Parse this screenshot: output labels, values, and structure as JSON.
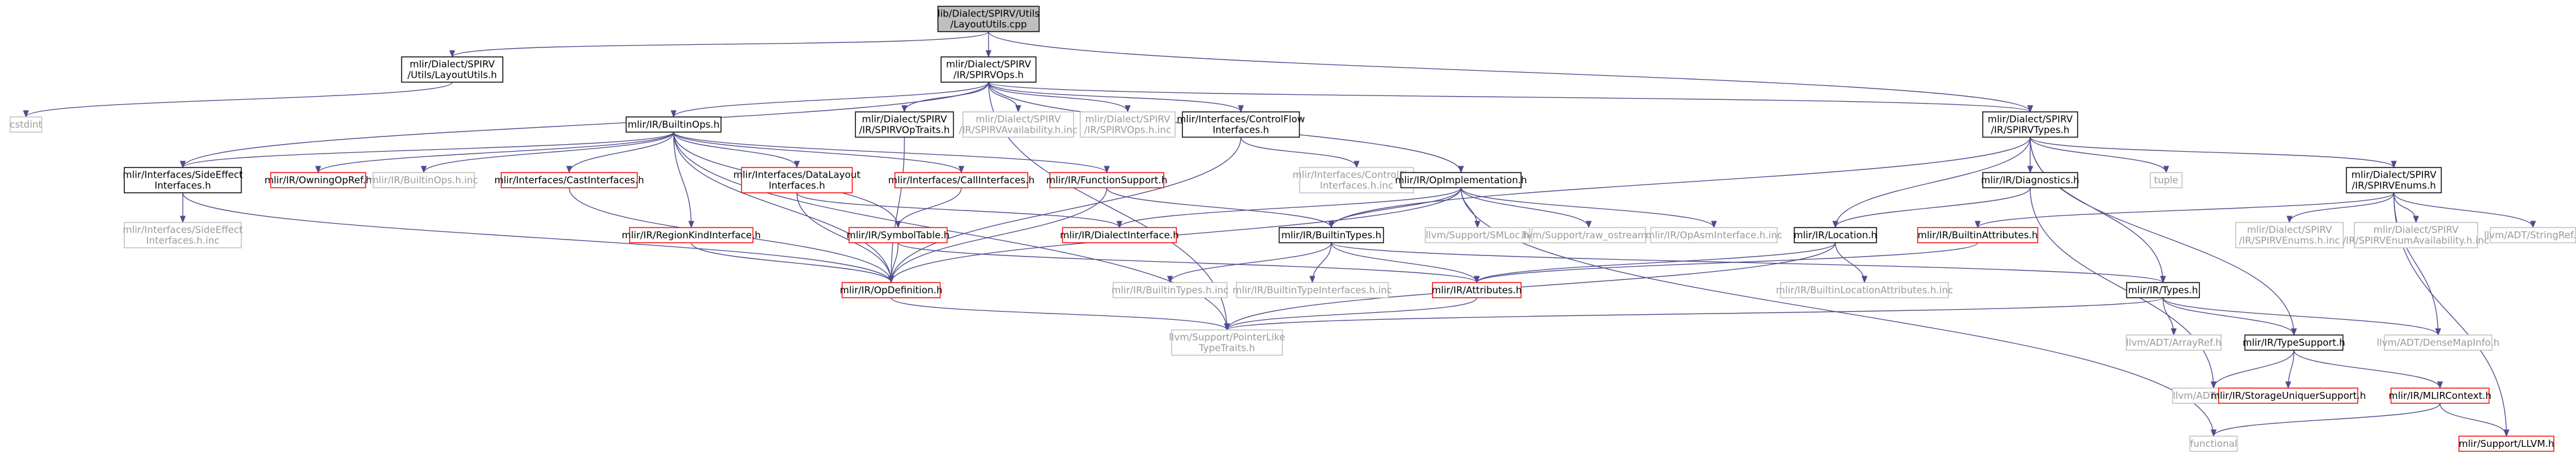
{
  "graph": {
    "nodes": [
      {
        "id": "root",
        "lines": [
          "lib/Dialect/SPIRV/Utils",
          "/LayoutUtils.cpp"
        ],
        "style": "root"
      },
      {
        "id": "spirv_layoututils",
        "lines": [
          "mlir/Dialect/SPIRV",
          "/Utils/LayoutUtils.h"
        ],
        "style": "normal"
      },
      {
        "id": "spirvops",
        "lines": [
          "mlir/Dialect/SPIRV",
          "/IR/SPIRVOps.h"
        ],
        "style": "normal"
      },
      {
        "id": "cstdint",
        "lines": [
          "cstdint"
        ],
        "style": "external"
      },
      {
        "id": "builtinops",
        "lines": [
          "mlir/IR/BuiltinOps.h"
        ],
        "style": "normal"
      },
      {
        "id": "spirvoptraits",
        "lines": [
          "mlir/Dialect/SPIRV",
          "/IR/SPIRVOpTraits.h"
        ],
        "style": "normal"
      },
      {
        "id": "spirvavail",
        "lines": [
          "mlir/Dialect/SPIRV",
          "/IR/SPIRVAvailability.h.inc"
        ],
        "style": "external"
      },
      {
        "id": "spirvopsinc",
        "lines": [
          "mlir/Dialect/SPIRV",
          "/IR/SPIRVOps.h.inc"
        ],
        "style": "external"
      },
      {
        "id": "controlflow",
        "lines": [
          "mlir/Interfaces/ControlFlow",
          "Interfaces.h"
        ],
        "style": "normal"
      },
      {
        "id": "spirvtypes",
        "lines": [
          "mlir/Dialect/SPIRV",
          "/IR/SPIRVTypes.h"
        ],
        "style": "normal"
      },
      {
        "id": "sideeffect",
        "lines": [
          "mlir/Interfaces/SideEffect",
          "Interfaces.h"
        ],
        "style": "normal"
      },
      {
        "id": "owningopref",
        "lines": [
          "mlir/IR/OwningOpRef.h"
        ],
        "style": "red"
      },
      {
        "id": "builtinopsinc",
        "lines": [
          "mlir/IR/BuiltinOps.h.inc"
        ],
        "style": "external"
      },
      {
        "id": "castinterfaces",
        "lines": [
          "mlir/Interfaces/CastInterfaces.h"
        ],
        "style": "red"
      },
      {
        "id": "datalayout",
        "lines": [
          "mlir/Interfaces/DataLayout",
          "Interfaces.h"
        ],
        "style": "red"
      },
      {
        "id": "callinterfaces",
        "lines": [
          "mlir/Interfaces/CallInterfaces.h"
        ],
        "style": "red"
      },
      {
        "id": "functionsupport",
        "lines": [
          "mlir/IR/FunctionSupport.h"
        ],
        "style": "red"
      },
      {
        "id": "controlflowinc",
        "lines": [
          "mlir/Interfaces/ControlFlow",
          "Interfaces.h.inc"
        ],
        "style": "external"
      },
      {
        "id": "opimplementation",
        "lines": [
          "mlir/IR/OpImplementation.h"
        ],
        "style": "normal"
      },
      {
        "id": "tuple",
        "lines": [
          "tuple"
        ],
        "style": "external"
      },
      {
        "id": "diagnostics",
        "lines": [
          "mlir/IR/Diagnostics.h"
        ],
        "style": "normal"
      },
      {
        "id": "spirvenums",
        "lines": [
          "mlir/Dialect/SPIRV",
          "/IR/SPIRVEnums.h"
        ],
        "style": "normal"
      },
      {
        "id": "sideeffectinc",
        "lines": [
          "mlir/Interfaces/SideEffect",
          "Interfaces.h.inc"
        ],
        "style": "external"
      },
      {
        "id": "regionkind",
        "lines": [
          "mlir/IR/RegionKindInterface.h"
        ],
        "style": "red"
      },
      {
        "id": "symboltable",
        "lines": [
          "mlir/IR/SymbolTable.h"
        ],
        "style": "red"
      },
      {
        "id": "dialectinterface",
        "lines": [
          "mlir/IR/DialectInterface.h"
        ],
        "style": "red"
      },
      {
        "id": "builtintypes",
        "lines": [
          "mlir/IR/BuiltinTypes.h"
        ],
        "style": "normal"
      },
      {
        "id": "smloc",
        "lines": [
          "llvm/Support/SMLoc.h"
        ],
        "style": "external"
      },
      {
        "id": "rawostream",
        "lines": [
          "llvm/Support/raw_ostream.h"
        ],
        "style": "external"
      },
      {
        "id": "opasminterface",
        "lines": [
          "mlir/IR/OpAsmInterface.h.inc"
        ],
        "style": "external"
      },
      {
        "id": "location",
        "lines": [
          "mlir/IR/Location.h"
        ],
        "style": "normal"
      },
      {
        "id": "builtinattributes",
        "lines": [
          "mlir/IR/BuiltinAttributes.h"
        ],
        "style": "red"
      },
      {
        "id": "spirvenumsinc",
        "lines": [
          "mlir/Dialect/SPIRV",
          "/IR/SPIRVEnums.h.inc"
        ],
        "style": "external"
      },
      {
        "id": "spirvenumavailinc",
        "lines": [
          "mlir/Dialect/SPIRV",
          "/IR/SPIRVEnumAvailability.h.inc"
        ],
        "style": "external"
      },
      {
        "id": "stringref",
        "lines": [
          "llvm/ADT/StringRef.h"
        ],
        "style": "external"
      },
      {
        "id": "opdefinition",
        "lines": [
          "mlir/IR/OpDefinition.h"
        ],
        "style": "red"
      },
      {
        "id": "builtintypesinc",
        "lines": [
          "mlir/IR/BuiltinTypes.h.inc"
        ],
        "style": "external"
      },
      {
        "id": "builtintypeinterfaces",
        "lines": [
          "mlir/IR/BuiltinTypeInterfaces.h.inc"
        ],
        "style": "external"
      },
      {
        "id": "attributes",
        "lines": [
          "mlir/IR/Attributes.h"
        ],
        "style": "red"
      },
      {
        "id": "builtinlocattrs",
        "lines": [
          "mlir/IR/BuiltinLocationAttributes.h.inc"
        ],
        "style": "external"
      },
      {
        "id": "types",
        "lines": [
          "mlir/IR/Types.h"
        ],
        "style": "normal"
      },
      {
        "id": "pointerlike",
        "lines": [
          "llvm/Support/PointerLike",
          "TypeTraits.h"
        ],
        "style": "external"
      },
      {
        "id": "arrayref",
        "lines": [
          "llvm/ADT/ArrayRef.h"
        ],
        "style": "external"
      },
      {
        "id": "typesupport",
        "lines": [
          "mlir/IR/TypeSupport.h"
        ],
        "style": "normal"
      },
      {
        "id": "densemapinfo",
        "lines": [
          "llvm/ADT/DenseMapInfo.h"
        ],
        "style": "external"
      },
      {
        "id": "twine",
        "lines": [
          "llvm/ADT/Twine.h"
        ],
        "style": "external"
      },
      {
        "id": "storageuniquer",
        "lines": [
          "mlir/IR/StorageUniquerSupport.h"
        ],
        "style": "red"
      },
      {
        "id": "mlircontext",
        "lines": [
          "mlir/IR/MLIRContext.h"
        ],
        "style": "red"
      },
      {
        "id": "functional",
        "lines": [
          "functional"
        ],
        "style": "external"
      },
      {
        "id": "llvmh",
        "lines": [
          "mlir/Support/LLVM.h"
        ],
        "style": "red"
      }
    ],
    "edges": [
      [
        "root",
        "spirv_layoututils"
      ],
      [
        "root",
        "spirvops"
      ],
      [
        "root",
        "spirvtypes"
      ],
      [
        "spirv_layoututils",
        "cstdint"
      ],
      [
        "spirvops",
        "builtinops"
      ],
      [
        "spirvops",
        "spirvoptraits"
      ],
      [
        "spirvops",
        "spirvavail"
      ],
      [
        "spirvops",
        "spirvopsinc"
      ],
      [
        "spirvops",
        "controlflow"
      ],
      [
        "spirvops",
        "spirvtypes"
      ],
      [
        "spirvops",
        "sideeffect"
      ],
      [
        "spirvops",
        "opimplementation"
      ],
      [
        "spirvops",
        "pointerlike"
      ],
      [
        "builtinops",
        "sideeffect"
      ],
      [
        "builtinops",
        "owningopref"
      ],
      [
        "builtinops",
        "builtinopsinc"
      ],
      [
        "builtinops",
        "castinterfaces"
      ],
      [
        "builtinops",
        "datalayout"
      ],
      [
        "builtinops",
        "callinterfaces"
      ],
      [
        "builtinops",
        "functionsupport"
      ],
      [
        "builtinops",
        "regionkind"
      ],
      [
        "builtinops",
        "symboltable"
      ],
      [
        "builtinops",
        "opdefinition"
      ],
      [
        "builtinops",
        "pointerlike"
      ],
      [
        "spirvoptraits",
        "opdefinition"
      ],
      [
        "controlflow",
        "controlflowinc"
      ],
      [
        "controlflow",
        "opdefinition"
      ],
      [
        "sideeffect",
        "sideeffectinc"
      ],
      [
        "sideeffect",
        "opdefinition"
      ],
      [
        "castinterfaces",
        "opdefinition"
      ],
      [
        "datalayout",
        "dialectinterface"
      ],
      [
        "datalayout",
        "opdefinition"
      ],
      [
        "callinterfaces",
        "symboltable"
      ],
      [
        "functionsupport",
        "builtintypes"
      ],
      [
        "functionsupport",
        "opdefinition"
      ],
      [
        "regionkind",
        "opdefinition"
      ],
      [
        "symboltable",
        "attributes"
      ],
      [
        "symboltable",
        "opdefinition"
      ],
      [
        "opimplementation",
        "dialectinterface"
      ],
      [
        "opimplementation",
        "builtintypes"
      ],
      [
        "opimplementation",
        "smloc"
      ],
      [
        "opimplementation",
        "rawostream"
      ],
      [
        "opimplementation",
        "opasminterface"
      ],
      [
        "opimplementation",
        "opdefinition"
      ],
      [
        "opimplementation",
        "functional"
      ],
      [
        "spirvtypes",
        "builtintypes"
      ],
      [
        "spirvtypes",
        "diagnostics"
      ],
      [
        "spirvtypes",
        "tuple"
      ],
      [
        "spirvtypes",
        "spirvenums"
      ],
      [
        "spirvtypes",
        "location"
      ],
      [
        "spirvtypes",
        "types"
      ],
      [
        "spirvtypes",
        "typesupport"
      ],
      [
        "diagnostics",
        "location"
      ],
      [
        "diagnostics",
        "twine"
      ],
      [
        "spirvenums",
        "builtinattributes"
      ],
      [
        "spirvenums",
        "spirvenumsinc"
      ],
      [
        "spirvenums",
        "spirvenumavailinc"
      ],
      [
        "spirvenums",
        "stringref"
      ],
      [
        "spirvenums",
        "densemapinfo"
      ],
      [
        "spirvenums",
        "llvmh"
      ],
      [
        "builtintypes",
        "builtintypesinc"
      ],
      [
        "builtintypes",
        "builtintypeinterfaces"
      ],
      [
        "builtintypes",
        "attributes"
      ],
      [
        "builtintypes",
        "types"
      ],
      [
        "location",
        "attributes"
      ],
      [
        "location",
        "builtinlocattrs"
      ],
      [
        "location",
        "pointerlike"
      ],
      [
        "builtinattributes",
        "attributes"
      ],
      [
        "opdefinition",
        "pointerlike"
      ],
      [
        "attributes",
        "pointerlike"
      ],
      [
        "types",
        "pointerlike"
      ],
      [
        "types",
        "arrayref"
      ],
      [
        "types",
        "typesupport"
      ],
      [
        "types",
        "densemapinfo"
      ],
      [
        "typesupport",
        "twine"
      ],
      [
        "typesupport",
        "storageuniquer"
      ],
      [
        "typesupport",
        "mlircontext"
      ],
      [
        "mlircontext",
        "functional"
      ],
      [
        "mlircontext",
        "llvmh"
      ]
    ]
  }
}
